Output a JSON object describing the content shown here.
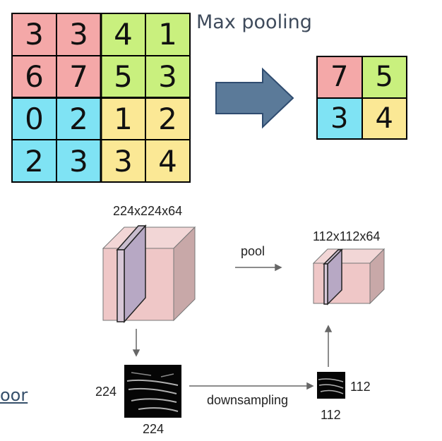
{
  "title": "Max pooling",
  "colors": {
    "red": "#f4a8a8",
    "green": "#c9f07e",
    "blue": "#7fe3f4",
    "yellow": "#fbe895",
    "border": "#000000"
  },
  "input_grid": [
    {
      "value": "3",
      "color": "red"
    },
    {
      "value": "3",
      "color": "red"
    },
    {
      "value": "4",
      "color": "green"
    },
    {
      "value": "1",
      "color": "green"
    },
    {
      "value": "6",
      "color": "red"
    },
    {
      "value": "7",
      "color": "red"
    },
    {
      "value": "5",
      "color": "green"
    },
    {
      "value": "3",
      "color": "green"
    },
    {
      "value": "0",
      "color": "blue"
    },
    {
      "value": "2",
      "color": "blue"
    },
    {
      "value": "1",
      "color": "yellow"
    },
    {
      "value": "2",
      "color": "yellow"
    },
    {
      "value": "2",
      "color": "blue"
    },
    {
      "value": "3",
      "color": "blue"
    },
    {
      "value": "3",
      "color": "yellow"
    },
    {
      "value": "4",
      "color": "yellow"
    }
  ],
  "output_grid": [
    {
      "value": "7",
      "color": "red"
    },
    {
      "value": "5",
      "color": "green"
    },
    {
      "value": "3",
      "color": "blue"
    },
    {
      "value": "4",
      "color": "yellow"
    }
  ],
  "labels": {
    "input_volume": "224x224x64",
    "output_volume": "112x112x64",
    "pool": "pool",
    "downsampling": "downsampling",
    "in_height": "224",
    "in_width": "224",
    "out_height": "112",
    "out_width": "112"
  },
  "side_text": "oor"
}
